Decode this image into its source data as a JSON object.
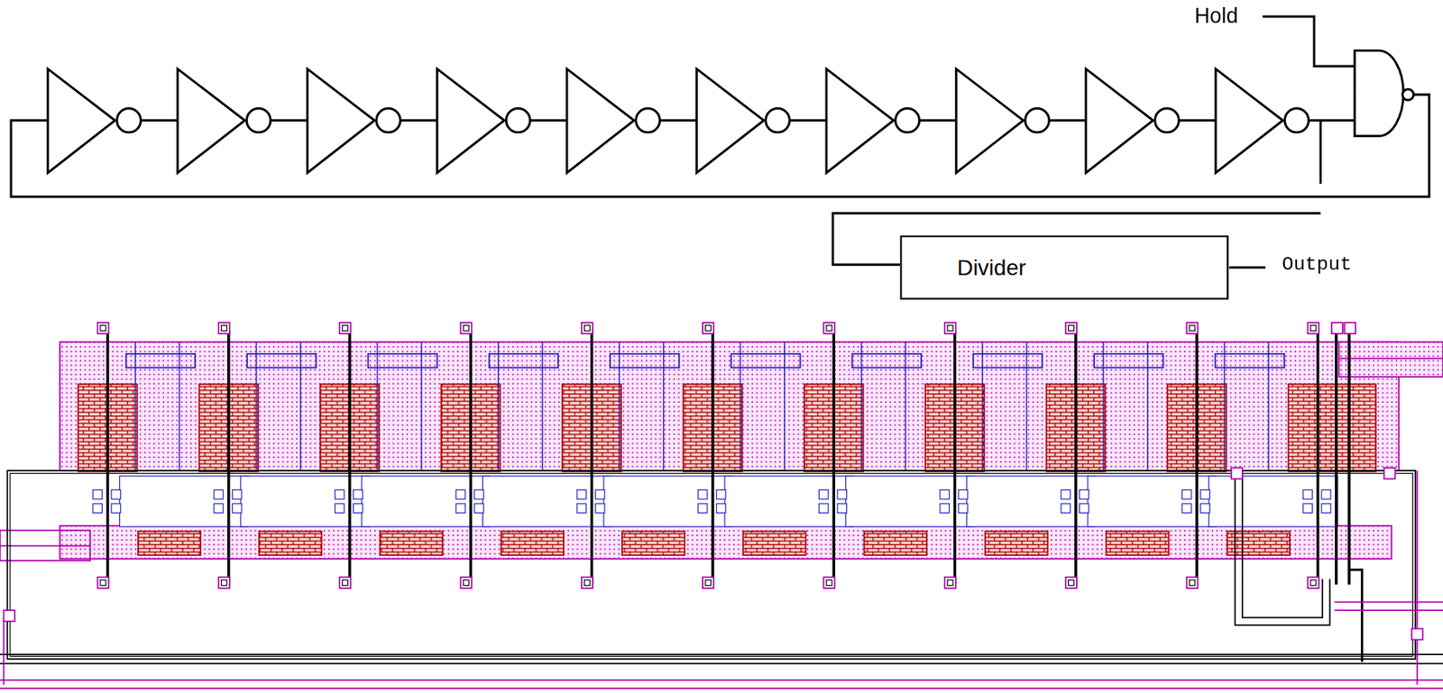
{
  "diagram": {
    "nodes": [
      {
        "text": [
          "Divider"
        ]
      }
    ],
    "edges": [],
    "labels": [
      "Hold",
      "Output"
    ]
  }
}
